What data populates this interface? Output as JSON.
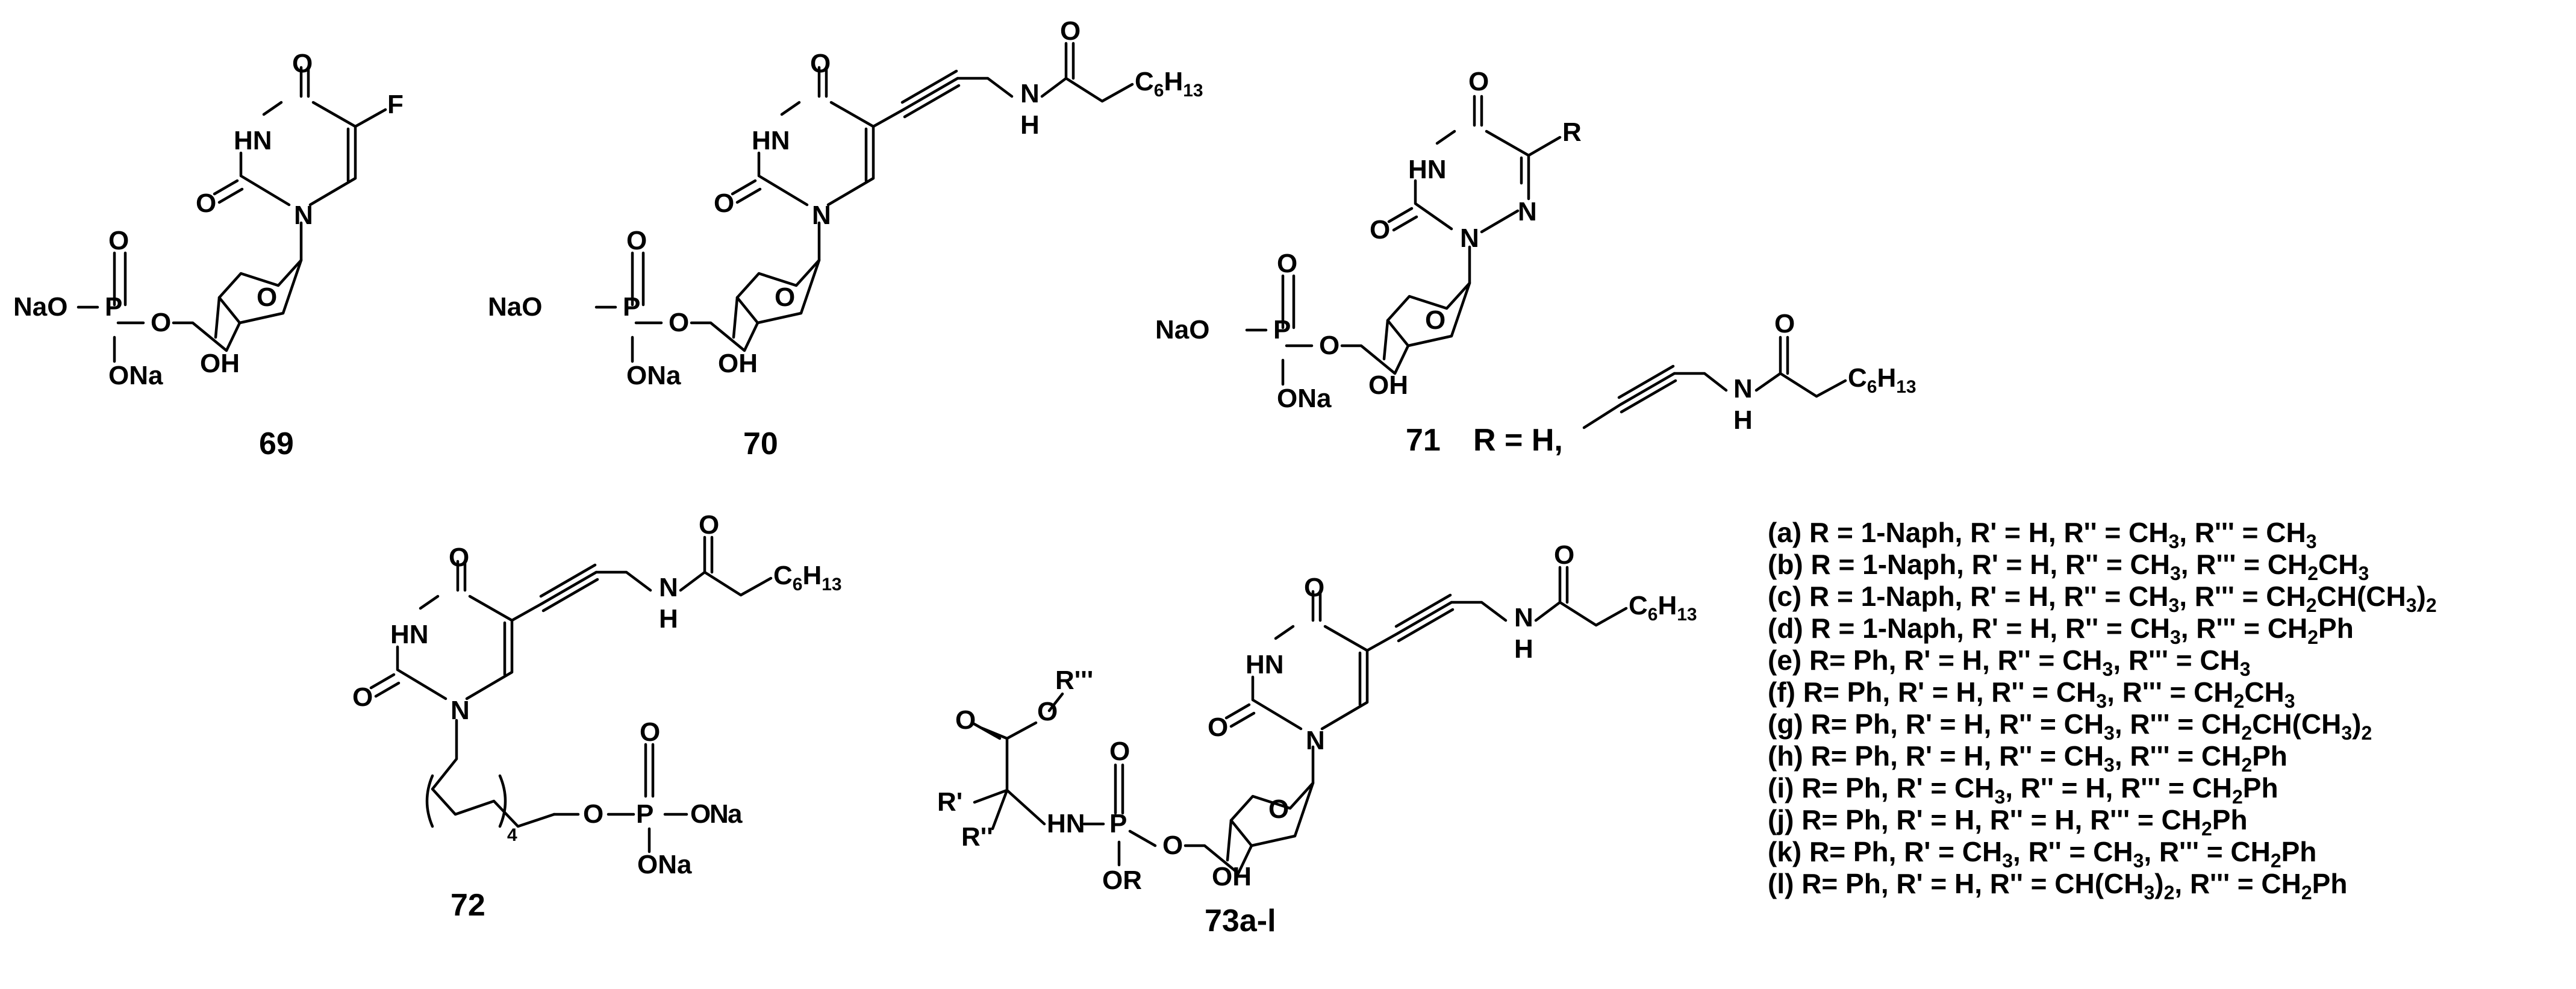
{
  "labels": {
    "compound_69": "69",
    "compound_70": "70",
    "compound_71": "71",
    "compound_72": "72",
    "compound_73": "73a-l",
    "r_definition": "R = H,"
  },
  "atoms": {
    "O": "O",
    "HN": "HN",
    "N": "N",
    "F": "F",
    "R": "R",
    "P": "P",
    "OH": "OH",
    "NaO": "NaO",
    "ONa": "ONa",
    "NH_N": "N",
    "NH_H": "H",
    "C6H13_C": "C",
    "C6H13_6": "6",
    "C6H13_H": "H",
    "C6H13_13": "13",
    "R1": "R'",
    "R2": "R''",
    "R3": "R'''",
    "HN2": "HN",
    "OR": "OR",
    "four": "4"
  },
  "conditions": [
    "(a) R = 1-Naph, R' = H, R'' = CH3, R''' = CH3",
    "(b) R = 1-Naph, R' = H, R'' = CH3, R''' = CH2CH3",
    "(c) R = 1-Naph, R' = H, R'' = CH3, R''' = CH2CH(CH3)2",
    "(d) R = 1-Naph, R' = H, R'' = CH3, R''' = CH2Ph",
    "(e) R= Ph, R' = H, R'' = CH3, R''' = CH3",
    "(f)  R= Ph, R' = H, R'' = CH3, R''' = CH2CH3",
    "(g) R= Ph, R' = H, R'' = CH3, R''' = CH2CH(CH3)2",
    "(h) R= Ph, R' = H, R'' = CH3, R''' = CH2Ph",
    "(i) R= Ph, R' = CH3, R'' = H, R''' = CH2Ph",
    "(j) R= Ph, R' = H, R'' = H, R''' = CH2Ph",
    "(k) R= Ph, R' = CH3, R'' = CH3, R''' = CH2Ph",
    "(l) R= Ph, R' = H, R'' = CH(CH3)2, R''' = CH2Ph"
  ]
}
